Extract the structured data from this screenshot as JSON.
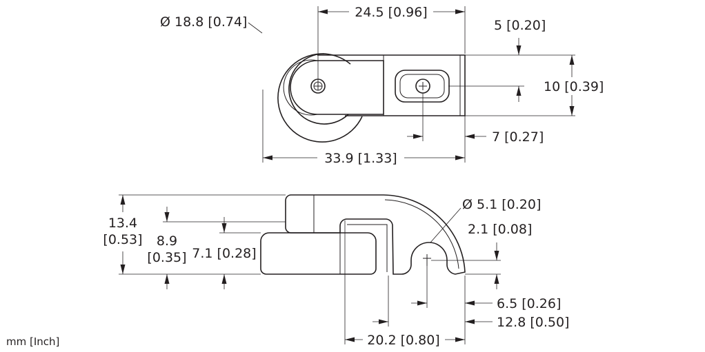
{
  "units_note": "mm [Inch]",
  "top_view": {
    "wheel_diameter": "Ø 18.8 [0.74]",
    "axle_to_slot": "24.5 [0.96]",
    "slot_offset": "5 [0.20]",
    "arm_height": "10 [0.39]",
    "slot_width": "7 [0.27]",
    "overall_length": "33.9 [1.33]"
  },
  "side_view": {
    "overall_height_value": "13.4",
    "overall_height_inch": "[0.53]",
    "arm_height_value": "8.9",
    "arm_height_inch": "[0.35]",
    "roller_height": "7.1 [0.28]",
    "hole_diameter": "Ø 5.1 [0.20]",
    "hole_offset": "2.1 [0.08]",
    "hole_position": "6.5 [0.26]",
    "slot_position": "12.8 [0.50]",
    "overall_width": "20.2 [0.80]"
  }
}
